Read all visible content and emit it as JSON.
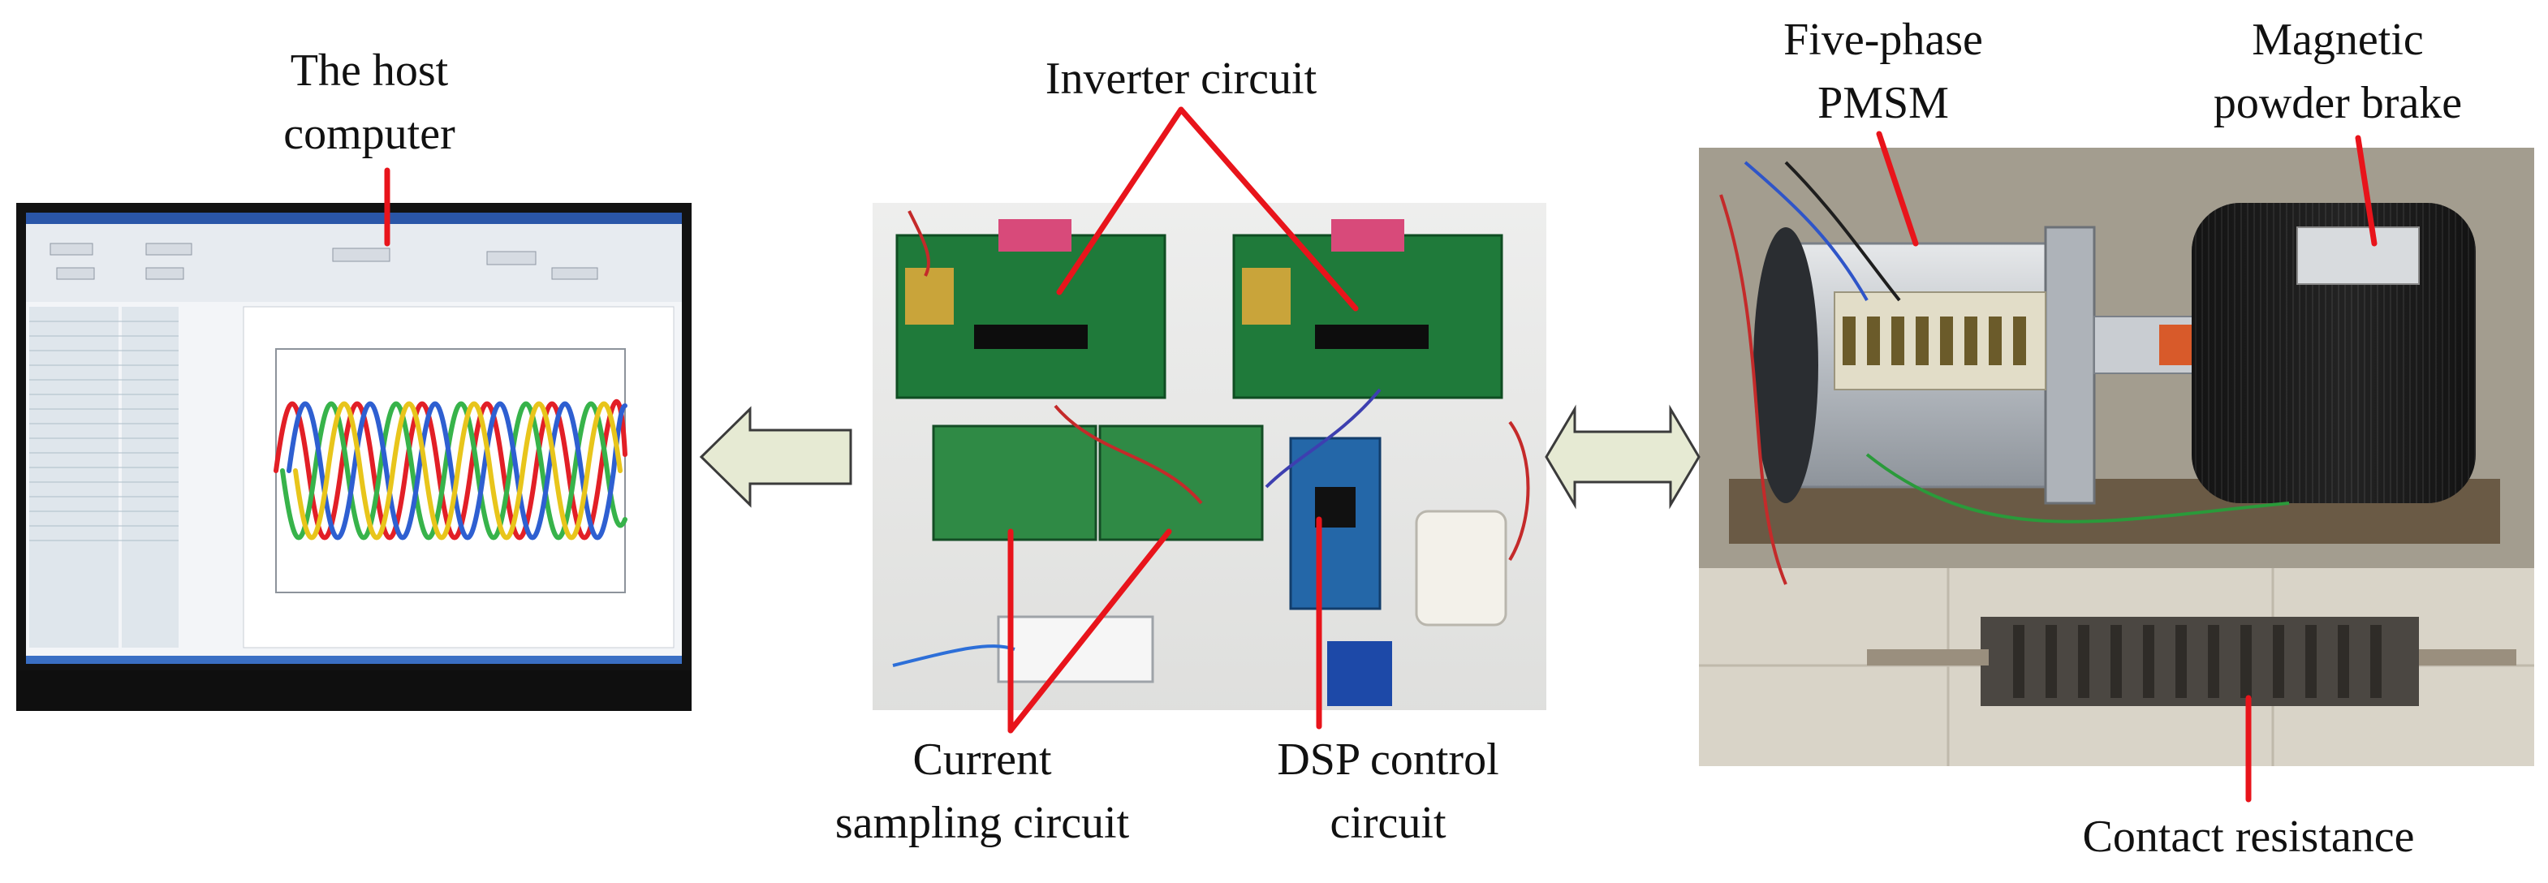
{
  "labels": {
    "host_line1": "The host",
    "host_line2": "computer",
    "inverter": "Inverter circuit",
    "five_phase_line1": "Five-phase",
    "five_phase_line2": "PMSM",
    "brake_line1": "Magnetic",
    "brake_line2": "powder brake",
    "current_line1": "Current",
    "current_line2": "sampling circuit",
    "dsp_line1": "DSP control",
    "dsp_line2": "circuit",
    "contact": "Contact resistance"
  },
  "colors": {
    "callout_line": "#e8141b",
    "arrow_fill": "#e6ead3",
    "arrow_stroke": "#3b3b3b",
    "monitor_bezel": "#121212",
    "screen_bg": "#f3f5f8",
    "pcb_green": "#1f7a3a",
    "bench_bg": "#e9e9e7",
    "motor_silver": "#c8ccd0",
    "brake_black": "#1a1a1a",
    "waveform_red": "#e21f26",
    "waveform_green": "#37b34a",
    "waveform_blue": "#2e5fd1",
    "waveform_yellow": "#e8c51b"
  }
}
